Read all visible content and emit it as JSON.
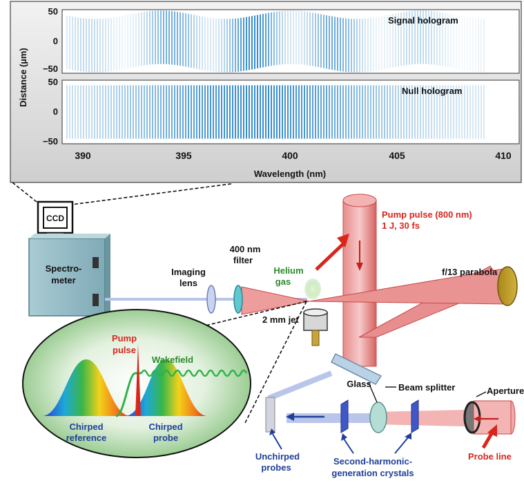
{
  "top_panel": {
    "signal_title": "Signal hologram",
    "null_title": "Null hologram",
    "y_axis_label": "Distance (µm)",
    "x_axis_label": "Wavelength (nm)",
    "signal_y_ticks": [
      "50",
      "0",
      "−50"
    ],
    "null_y_ticks": [
      "50",
      "0",
      "−50"
    ],
    "x_ticks": [
      "390",
      "395",
      "400",
      "405",
      "410"
    ]
  },
  "labels": {
    "ccd": "CCD",
    "spectrometer_line1": "Spectro-",
    "spectrometer_line2": "meter",
    "imaging_line1": "Imaging",
    "imaging_line2": "lens",
    "filter_line1": "400 nm",
    "filter_line2": "filter",
    "helium_line1": "Helium",
    "helium_line2": "gas",
    "jet": "2 mm jet",
    "pump_line1": "Pump pulse (800 nm)",
    "pump_line2": "1 J, 30 fs",
    "parabola": "f/13 parabola",
    "beam_splitter": "Beam splitter",
    "glass": "Glass",
    "aperture": "Aperture",
    "probe_line": "Probe line",
    "unchirped_line1": "Unchirped",
    "unchirped_line2": "probes",
    "shg_line1": "Second-harmonic-",
    "shg_line2": "generation crystals"
  },
  "inset": {
    "pump_line1": "Pump",
    "pump_line2": "pulse",
    "wakefield": "Wakefield",
    "ref_line1": "Chirped",
    "ref_line2": "reference",
    "probe_line1": "Chirped",
    "probe_line2": "probe"
  },
  "colors": {
    "pump_red": "#d8261c",
    "green_label": "#2a8a2a",
    "blue_label": "#1f3f9a",
    "hologram_blue": "#1f7fc8",
    "spectrometer_teal": "#8fb8c4"
  }
}
